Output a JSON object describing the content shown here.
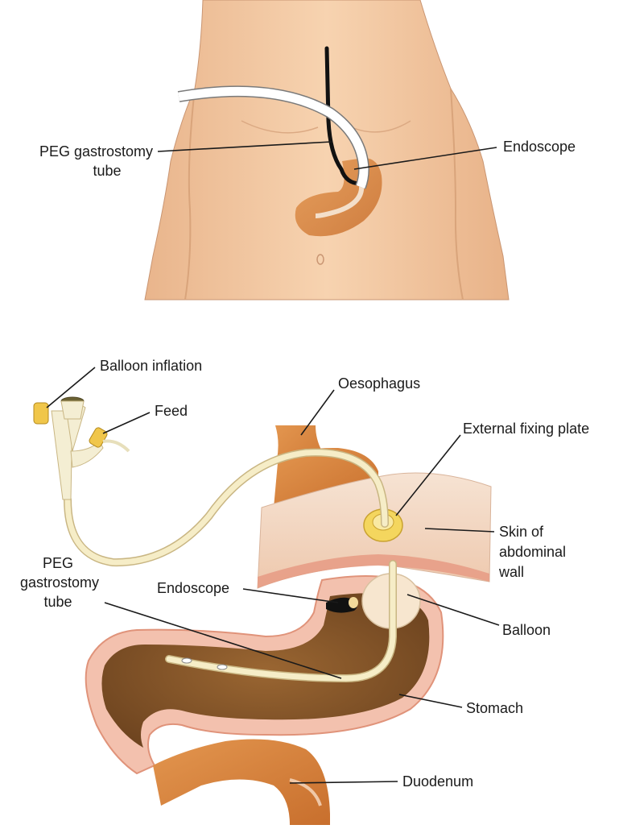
{
  "top_panel": {
    "labels": {
      "peg_line1": "PEG gastrostomy",
      "peg_line2": "tube",
      "endoscope": "Endoscope"
    }
  },
  "bottom_panel": {
    "labels": {
      "balloon_inflation": "Balloon inflation",
      "feed": "Feed",
      "oesophagus": "Oesophagus",
      "external_fixing_plate": "External fixing plate",
      "skin_line1": "Skin of",
      "skin_line2": "abdominal",
      "skin_line3": "wall",
      "peg_line1": "PEG",
      "peg_line2": "gastrostomy",
      "peg_line3": "tube",
      "endoscope": "Endoscope",
      "balloon": "Balloon",
      "stomach": "Stomach",
      "duodenum": "Duodenum"
    }
  },
  "colors": {
    "skin_tone": "#f4c9a2",
    "stomach_orange": "#d8843e",
    "stomach_lining": "#8a5a2c",
    "tube_cream": "#f4e9bc",
    "connector_yellow": "#f0c64a",
    "abdominal_skin": "#f3d9c6"
  }
}
